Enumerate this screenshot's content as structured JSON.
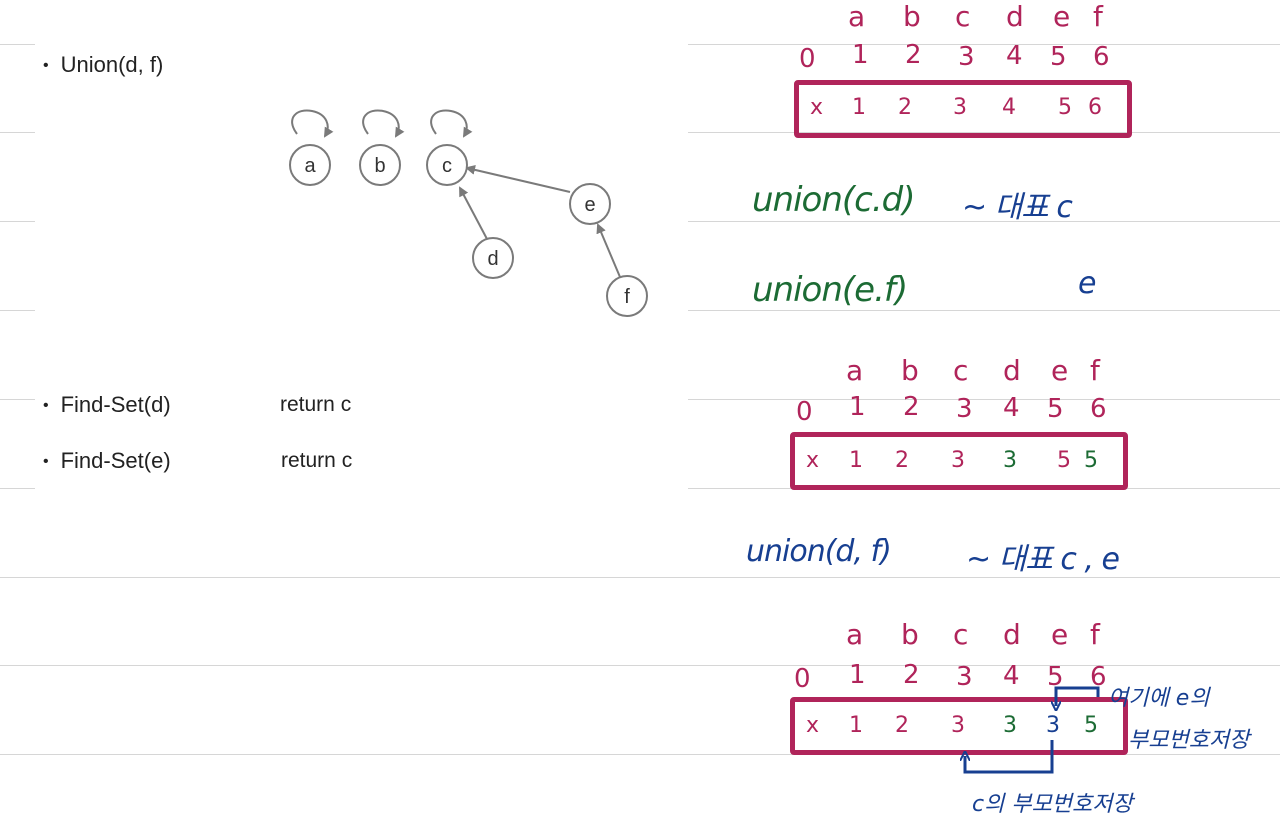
{
  "slide": {
    "bullet_1": "Union(d, f)",
    "bullet_2": "Find-Set(d)",
    "bullet_2_return": "return  c",
    "bullet_3": "Find-Set(e)",
    "bullet_3_return": "return  c",
    "nodes": {
      "a": "a",
      "b": "b",
      "c": "c",
      "d": "d",
      "e": "e",
      "f": "f"
    }
  },
  "notes": {
    "header_letters": [
      "a",
      "b",
      "c",
      "d",
      "e",
      "f"
    ],
    "indices": [
      "0",
      "1",
      "2",
      "3",
      "4",
      "5",
      "6"
    ],
    "array_1": [
      "x",
      "1",
      "2",
      "3",
      "4",
      "5",
      "6"
    ],
    "union_cd": "union(c.d)",
    "union_cd_note": "~ 대표 c",
    "union_ef": "union(e.f)",
    "union_ef_note": "e",
    "array_2": [
      "x",
      "1",
      "2",
      "3",
      "3",
      "5",
      "5"
    ],
    "union_df": "union(d, f)",
    "union_df_note": "~ 대표  c , e",
    "array_3": [
      "x",
      "1",
      "2",
      "3",
      "3",
      "3",
      "5"
    ],
    "annotation_right": [
      "여기에 e의",
      "부모번호저장"
    ],
    "annotation_bottom": "c의 부모번호저장"
  },
  "colors": {
    "magenta": "#b0245a",
    "green": "#1c6b34",
    "blue": "#173f91",
    "node_stroke": "#7a7a7a",
    "rule": "#d6d6d6"
  }
}
